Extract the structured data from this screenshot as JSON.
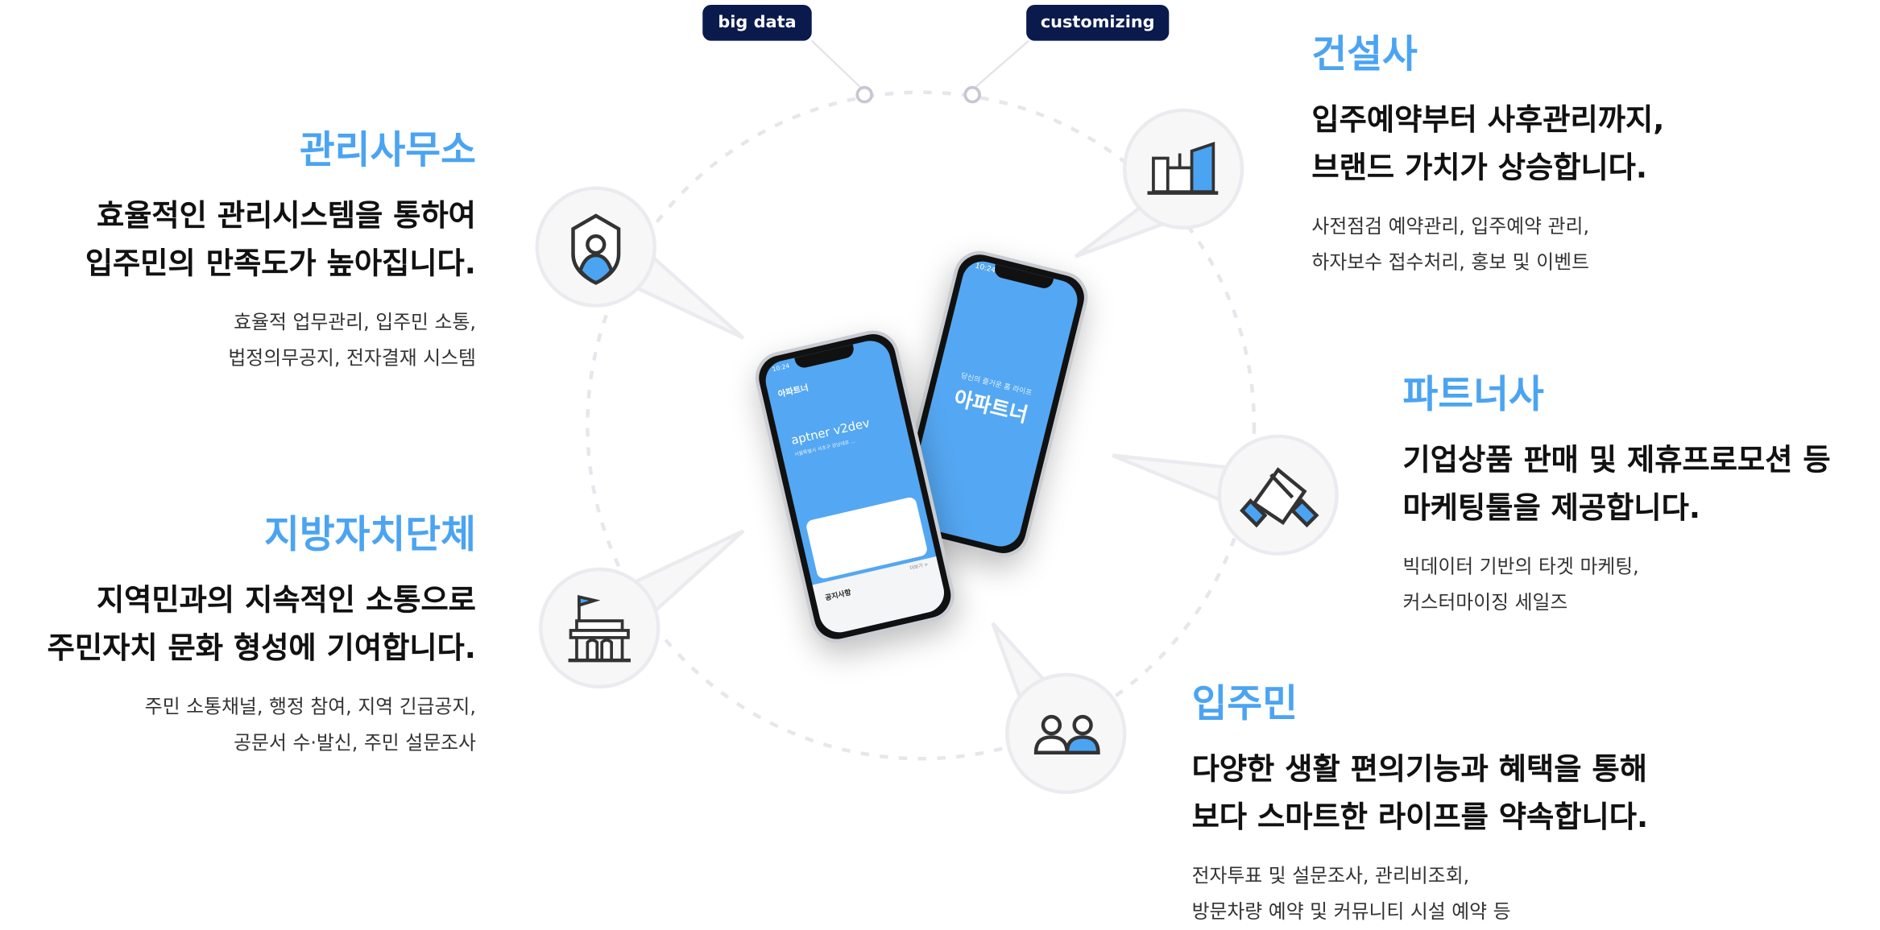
{
  "badges": {
    "left": "big data",
    "right": "customizing"
  },
  "sections": {
    "office": {
      "title": "관리사무소",
      "lines": [
        "효율적인 관리시스템을 통하여",
        "입주민의 만족도가 높아집니다."
      ],
      "sub": [
        "효율적 업무관리, 입주민 소통,",
        "법정의무공지, 전자결재 시스템"
      ]
    },
    "government": {
      "title": "지방자치단체",
      "lines": [
        "지역민과의 지속적인 소통으로",
        "주민자치 문화 형성에 기여합니다."
      ],
      "sub": [
        "주민 소통채널, 행정 참여, 지역 긴급공지,",
        "공문서 수·발신, 주민 설문조사"
      ]
    },
    "builder": {
      "title": "건설사",
      "lines": [
        "입주예약부터 사후관리까지,",
        "브랜드 가치가 상승합니다."
      ],
      "sub": [
        "사전점검 예약관리, 입주예약 관리,",
        "하자보수 접수처리, 홍보 및 이벤트"
      ]
    },
    "partner": {
      "title": "파트너사",
      "lines": [
        "기업상품 판매 및 제휴프로모션 등",
        "마케팅툴을 제공합니다."
      ],
      "sub": [
        "빅데이터 기반의 타겟 마케팅,",
        "커스터마이징 세일즈"
      ]
    },
    "resident": {
      "title": "입주민",
      "lines": [
        "다양한 생활 편의기능과 혜택을 통해",
        "보다 스마트한 라이프를 약속합니다."
      ],
      "sub": [
        "전자투표 및 설문조사, 관리비조회,",
        "방문차량 예약 및 커뮤니티 시설 예약 등"
      ]
    }
  },
  "phone_left": {
    "time": "10:24",
    "brand": "아파트너",
    "name": "aptner v2dev",
    "address": "서울특별시 서초구 강남대로 ...",
    "notice_title": "공지사항",
    "more": "더보기 >"
  },
  "phone_right": {
    "time": "10:24",
    "tagline": "당신의 즐거운 홈 라이프",
    "brand": "아파트너"
  },
  "colors": {
    "accent": "#4ba4f2",
    "badge": "#0a1a4d"
  }
}
